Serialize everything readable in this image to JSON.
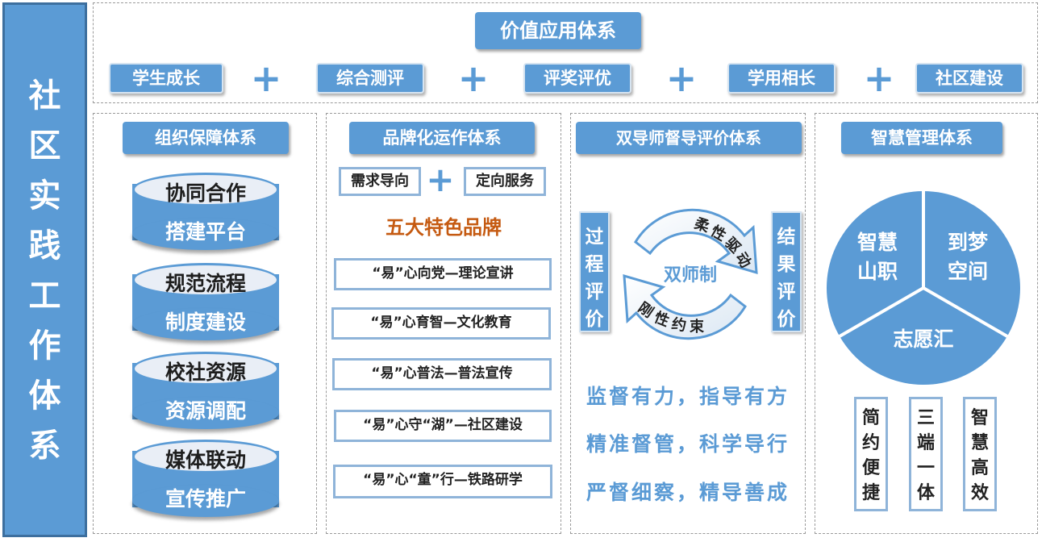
{
  "left_title": [
    "社",
    "区",
    "实",
    "践",
    "工",
    "作",
    "体",
    "系"
  ],
  "value_system": {
    "title": "价值应用体系",
    "items": [
      "学生成长",
      "综合测评",
      "评奖评优",
      "学用相长",
      "社区建设"
    ],
    "plus": "+"
  },
  "org_system": {
    "title": "组织保障体系",
    "cylinders": [
      {
        "top": "协同合作",
        "bottom": "搭建平台"
      },
      {
        "top": "规范流程",
        "bottom": "制度建设"
      },
      {
        "top": "校社资源",
        "bottom": "资源调配"
      },
      {
        "top": "媒体联动",
        "bottom": "宣传推广"
      }
    ]
  },
  "brand_system": {
    "title": "品牌化运作体系",
    "left_box": "需求导向",
    "right_box": "定向服务",
    "plus": "+",
    "subtitle": "五大特色品牌",
    "brands": [
      "“易”心向党—理论宣讲",
      "“易”心育智—文化教育",
      "“易”心普法—普法宣传",
      "“易”心守“湖”—社区建设",
      "“易”心“童”行—铁路研学"
    ]
  },
  "mentor_system": {
    "title": "双导师督导评价体系",
    "left_box": [
      "过",
      "程",
      "评",
      "价"
    ],
    "right_box": [
      "结",
      "果",
      "评",
      "价"
    ],
    "center": "双师制",
    "arc_top": [
      "柔",
      "性",
      "驱",
      "动"
    ],
    "arc_bottom": [
      "刚",
      "性",
      "约",
      "束"
    ],
    "slogans": [
      "监督有力，指导有方",
      "精准督管，科学导行",
      "严督细察，精导善成"
    ]
  },
  "smart_system": {
    "title": "智慧管理体系",
    "pie_segments": [
      {
        "lines": [
          "智慧",
          "山职"
        ]
      },
      {
        "lines": [
          "到梦",
          "空间"
        ]
      },
      {
        "lines": [
          "志愿汇"
        ]
      }
    ],
    "pie_color": "#5b9bd5",
    "boxes": [
      [
        "简",
        "约",
        "便",
        "捷"
      ],
      [
        "三",
        "端",
        "一",
        "体"
      ],
      [
        "智",
        "慧",
        "高",
        "效"
      ]
    ]
  },
  "colors": {
    "accent": "#5b9bd5",
    "border": "#8fb4d9",
    "brand_subtitle": "#c55a11"
  }
}
